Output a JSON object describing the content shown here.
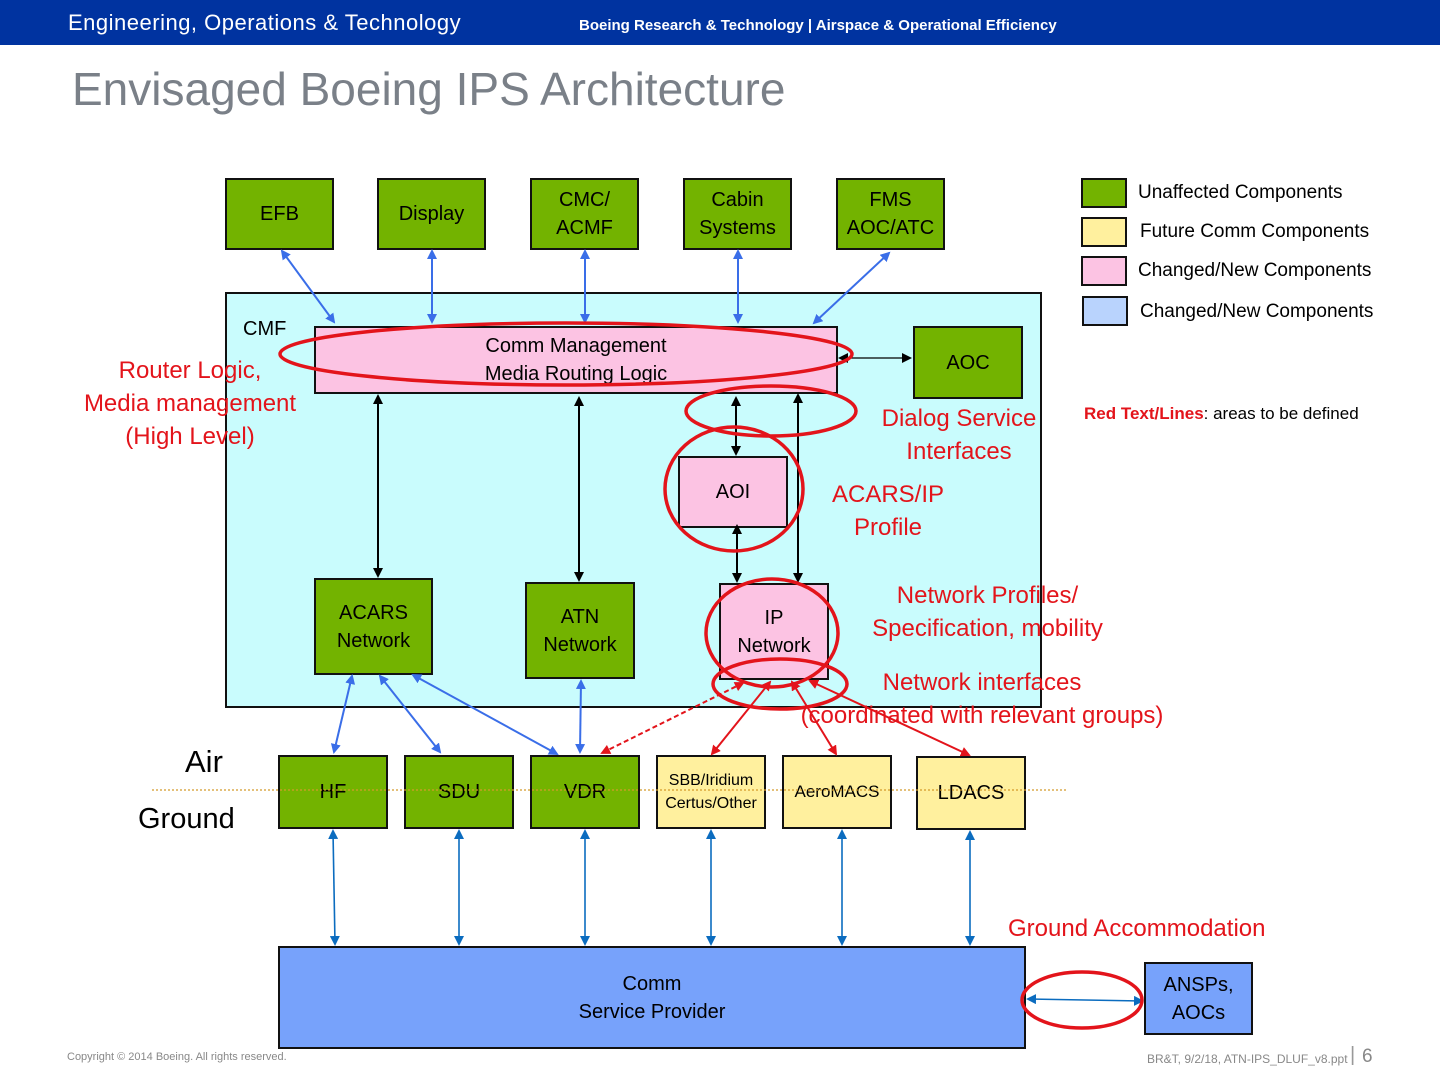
{
  "header": {
    "org": "Engineering, Operations & Technology",
    "unit": "Boeing Research & Technology | Airspace & Operational Efficiency"
  },
  "title": "Envisaged Boeing IPS Architecture",
  "colors": {
    "unaffected": "#73b300",
    "future": "#fff09e",
    "changed_pink": "#fcc3e3",
    "changed_blue": "#b9d3fd",
    "cmf_bg": "#c9fcfd",
    "csp": "#77a2fb",
    "red": "#e3141b",
    "arrow_blue": "#3a6ee8"
  },
  "avionics": [
    {
      "id": "efb",
      "label": "EFB"
    },
    {
      "id": "display",
      "label": "Display"
    },
    {
      "id": "cmc",
      "label": "CMC/\nACMF"
    },
    {
      "id": "cabin",
      "label": "Cabin\nSystems"
    },
    {
      "id": "fms",
      "label": "FMS\nAOC/ATC"
    }
  ],
  "cmf": {
    "label": "CMF",
    "comm_mgmt": "Comm Management\nMedia Routing Logic",
    "aoc": "AOC",
    "aoi": "AOI",
    "networks": [
      {
        "id": "acars",
        "label": "ACARS\nNetwork"
      },
      {
        "id": "atn",
        "label": "ATN\nNetwork"
      },
      {
        "id": "ip",
        "label": "IP\nNetwork"
      }
    ]
  },
  "radios": [
    {
      "id": "hf",
      "label": "HF",
      "kind": "unaffected"
    },
    {
      "id": "sdu",
      "label": "SDU",
      "kind": "unaffected"
    },
    {
      "id": "vdr",
      "label": "VDR",
      "kind": "unaffected"
    },
    {
      "id": "sbb",
      "label": "SBB/Iridium\nCertus/Other",
      "kind": "future"
    },
    {
      "id": "aeromacs",
      "label": "AeroMACS",
      "kind": "future"
    },
    {
      "id": "ldacs",
      "label": "LDACS",
      "kind": "future"
    }
  ],
  "boundary": {
    "air": "Air",
    "ground": "Ground"
  },
  "csp": "Comm\nService Provider",
  "ansps": "ANSPs,\nAOCs",
  "annotations": {
    "router": "Router Logic,\nMedia management\n(High Level)",
    "dialog": "Dialog Service\nInterfaces",
    "acars_ip": "ACARS/IP\nProfile",
    "net_profiles": "Network Profiles/\nSpecification, mobility",
    "net_interfaces": "Network interfaces\n(coordinated with relevant groups)",
    "ground": "Ground Accommodation"
  },
  "legend": [
    {
      "label": "Unaffected Components",
      "color": "#73b300"
    },
    {
      "label": "Future Comm Components",
      "color": "#fff09e"
    },
    {
      "label": "Changed/New Components",
      "color": "#fcc3e3"
    },
    {
      "label": "Changed/New Components",
      "color": "#b9d3fd"
    }
  ],
  "legend_note": {
    "bold": "Red Text/Lines",
    "rest": ": areas to be defined"
  },
  "footer": {
    "copyright": "Copyright © 2014 Boeing. All rights reserved.",
    "ref": "BR&T, 9/2/18, ATN-IPS_DLUF_v8.ppt",
    "page": "6"
  }
}
